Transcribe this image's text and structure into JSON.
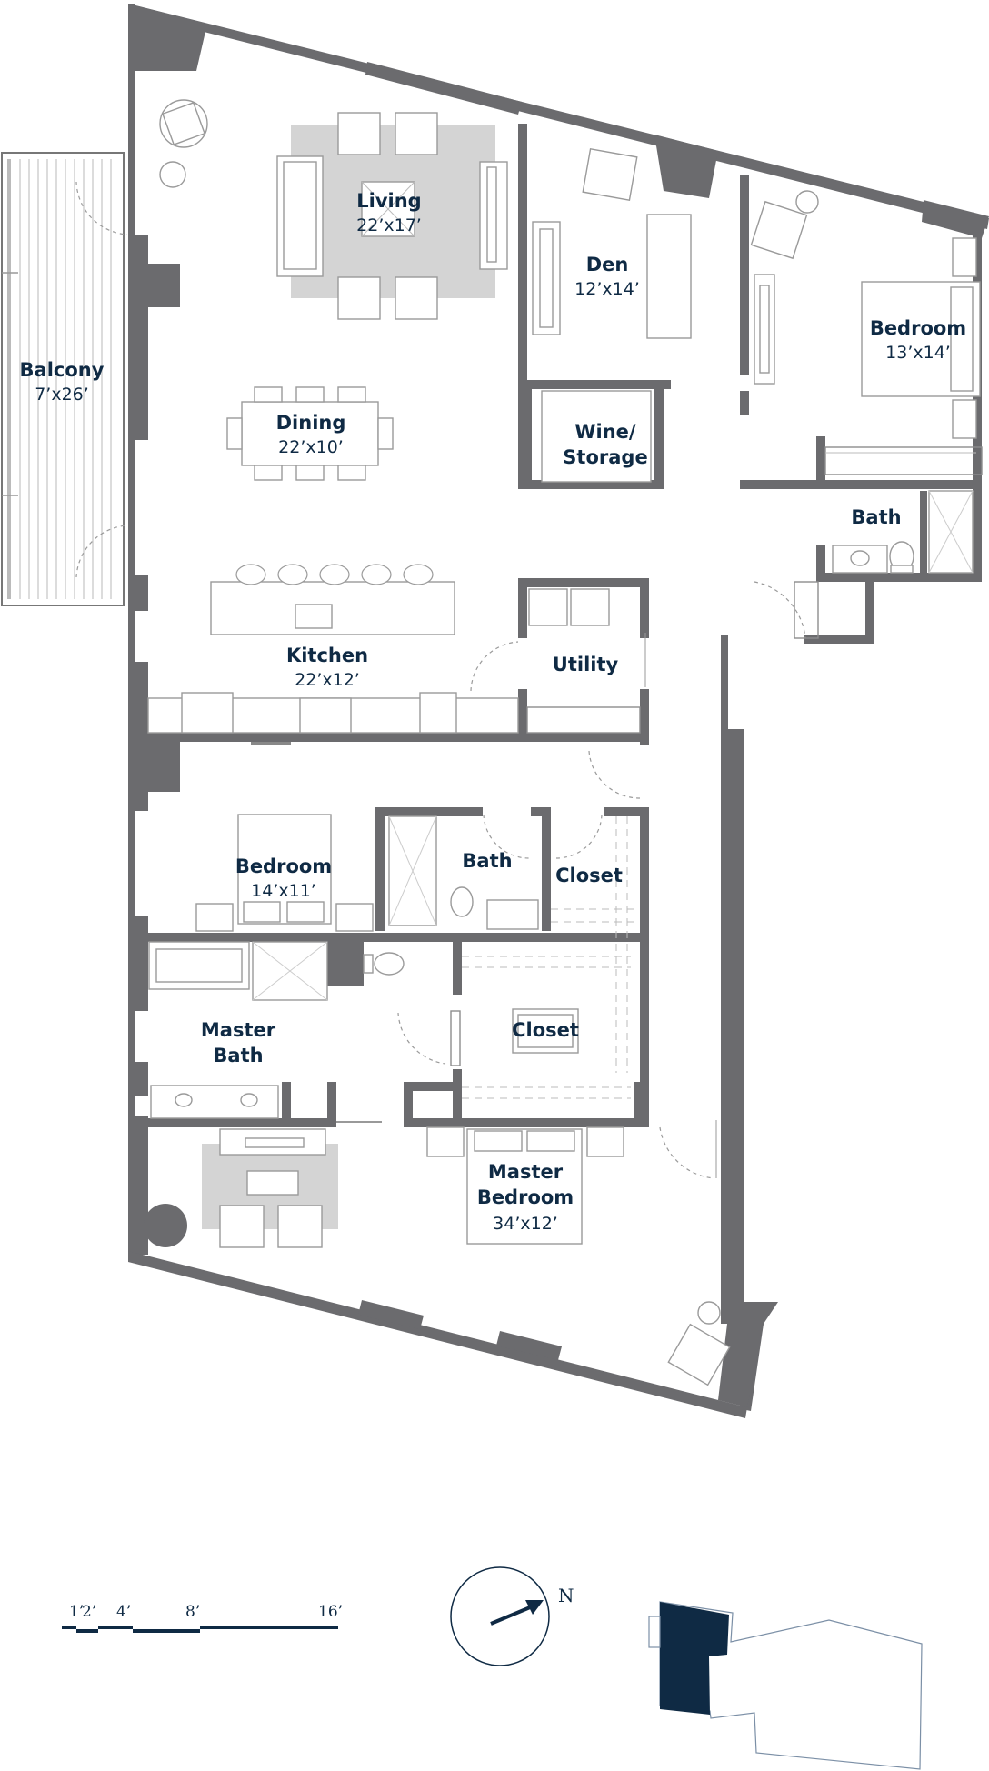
{
  "rooms": [
    {
      "id": "living",
      "name": "Living",
      "dims": "22’x17’"
    },
    {
      "id": "den",
      "name": "Den",
      "dims": "12’x14’"
    },
    {
      "id": "bedroom1",
      "name": "Bedroom",
      "dims": "13’x14’"
    },
    {
      "id": "balcony",
      "name": "Balcony",
      "dims": "7’x26’"
    },
    {
      "id": "dining",
      "name": "Dining",
      "dims": "22’x10’"
    },
    {
      "id": "wine",
      "name": "Wine/",
      "name2": "Storage"
    },
    {
      "id": "bath1",
      "name": "Bath"
    },
    {
      "id": "kitchen",
      "name": "Kitchen",
      "dims": "22’x12’"
    },
    {
      "id": "utility",
      "name": "Utility"
    },
    {
      "id": "bedroom2",
      "name": "Bedroom",
      "dims": "14’x11’"
    },
    {
      "id": "bath2",
      "name": "Bath"
    },
    {
      "id": "closet1",
      "name": "Closet"
    },
    {
      "id": "masterbath",
      "name": "Master",
      "name2": "Bath"
    },
    {
      "id": "closet2",
      "name": "Closet"
    },
    {
      "id": "masterbedroom",
      "name": "Master",
      "name2": "Bedroom",
      "dims": "34’x12’"
    }
  ],
  "scale_bar": {
    "labels": [
      "1’",
      "2’",
      "4’",
      "8’",
      "16’"
    ]
  },
  "compass": {
    "label": "N"
  },
  "colors": {
    "wall": "#6b6b6e",
    "text": "#0f2a44",
    "rug": "#d4d4d4",
    "key_highlight": "#0f2a44"
  }
}
